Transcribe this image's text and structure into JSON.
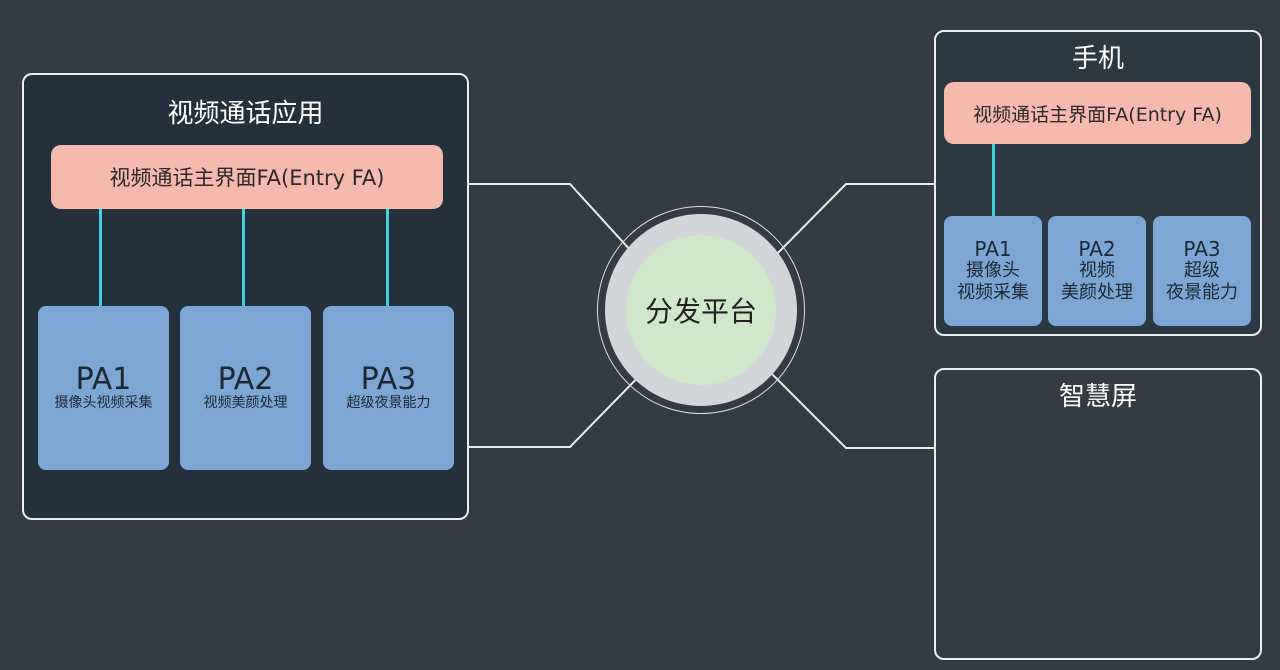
{
  "platform": {
    "label": "分发平台"
  },
  "app": {
    "title": "视频通话应用",
    "entry_fa": "视频通话主界面FA(Entry FA)",
    "abilities": [
      {
        "name": "PA1",
        "desc": "摄像头视频采集"
      },
      {
        "name": "PA2",
        "desc": "视频美颜处理"
      },
      {
        "name": "PA3",
        "desc": "超级夜景能力"
      }
    ]
  },
  "phone": {
    "title": "手机",
    "entry_fa": "视频通话主界面FA(Entry FA)",
    "abilities": [
      {
        "name": "PA1",
        "desc": "摄像头\n视频采集"
      },
      {
        "name": "PA2",
        "desc": "视频\n美颜处理"
      },
      {
        "name": "PA3",
        "desc": "超级\n夜景能力"
      }
    ]
  },
  "smart_screen": {
    "title": "智慧屏"
  },
  "colors": {
    "background": "#343b42",
    "entry_fa": "#f5b9ae",
    "particle_ability": "#7ea6d4",
    "connector": "#3fd0d8",
    "platform_core": "#cfe8c9"
  }
}
